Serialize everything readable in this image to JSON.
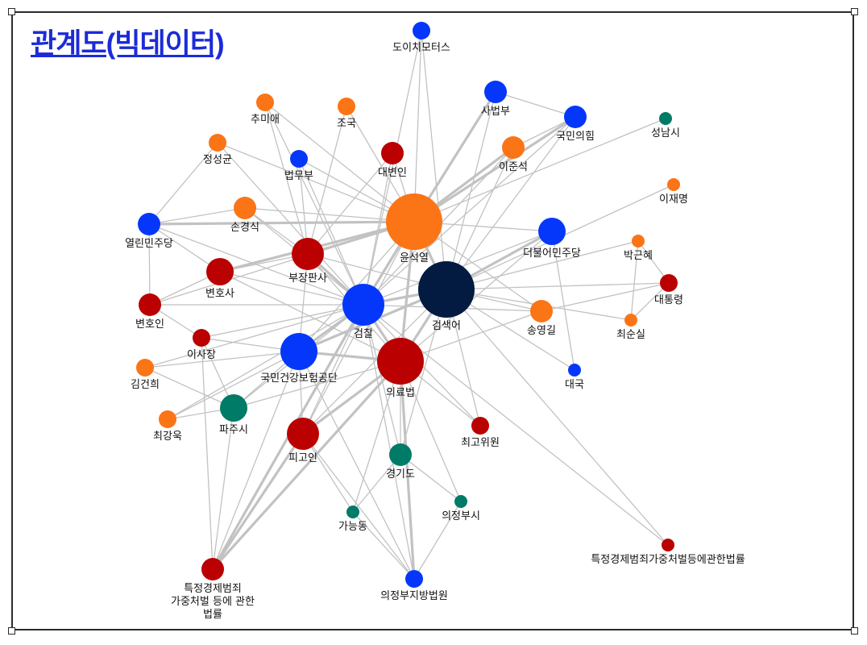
{
  "title": "관계도(빅데이터)",
  "colors": {
    "blue": "#0537fb",
    "orange": "#fb7416",
    "red": "#ba0000",
    "green": "#007b67",
    "navy": "#031a41",
    "edge": "#c2c2c2"
  },
  "nodes": [
    {
      "id": "n0",
      "label": "도이치모터스",
      "group": "blue"
    },
    {
      "id": "n1",
      "label": "사법부",
      "group": "blue"
    },
    {
      "id": "n2",
      "label": "국민의힘",
      "group": "blue"
    },
    {
      "id": "n3",
      "label": "성남시",
      "group": "green"
    },
    {
      "id": "n4",
      "label": "추미애",
      "group": "orange"
    },
    {
      "id": "n5",
      "label": "조국",
      "group": "orange"
    },
    {
      "id": "n6",
      "label": "정성균",
      "group": "orange"
    },
    {
      "id": "n7",
      "label": "법무부",
      "group": "blue"
    },
    {
      "id": "n8",
      "label": "대변인",
      "group": "red"
    },
    {
      "id": "n9",
      "label": "이준석",
      "group": "orange"
    },
    {
      "id": "n10",
      "label": "이재명",
      "group": "orange"
    },
    {
      "id": "n11",
      "label": "손경식",
      "group": "orange"
    },
    {
      "id": "n12",
      "label": "윤석열",
      "group": "orange"
    },
    {
      "id": "n13",
      "label": "열린민주당",
      "group": "blue"
    },
    {
      "id": "n14",
      "label": "더불어민주당",
      "group": "blue"
    },
    {
      "id": "n15",
      "label": "박근혜",
      "group": "orange"
    },
    {
      "id": "n16",
      "label": "부장판사",
      "group": "red"
    },
    {
      "id": "n17",
      "label": "변호사",
      "group": "red"
    },
    {
      "id": "n18",
      "label": "검색어",
      "group": "navy"
    },
    {
      "id": "n19",
      "label": "대통령",
      "group": "red"
    },
    {
      "id": "n20",
      "label": "변호인",
      "group": "red"
    },
    {
      "id": "n21",
      "label": "검찰",
      "group": "blue"
    },
    {
      "id": "n22",
      "label": "송영길",
      "group": "orange"
    },
    {
      "id": "n23",
      "label": "최순실",
      "group": "orange"
    },
    {
      "id": "n24",
      "label": "이사장",
      "group": "red"
    },
    {
      "id": "n25",
      "label": "국민건강보험공단",
      "group": "blue"
    },
    {
      "id": "n26",
      "label": "김건희",
      "group": "orange"
    },
    {
      "id": "n27",
      "label": "의료법",
      "group": "red"
    },
    {
      "id": "n28",
      "label": "대국",
      "group": "blue"
    },
    {
      "id": "n29",
      "label": "최강욱",
      "group": "orange"
    },
    {
      "id": "n30",
      "label": "파주시",
      "group": "green"
    },
    {
      "id": "n31",
      "label": "최고위원",
      "group": "red"
    },
    {
      "id": "n32",
      "label": "피고인",
      "group": "red"
    },
    {
      "id": "n33",
      "label": "경기도",
      "group": "green"
    },
    {
      "id": "n34",
      "label": "의정부시",
      "group": "green"
    },
    {
      "id": "n35",
      "label": "가능동",
      "group": "green"
    },
    {
      "id": "n36",
      "label": "특정경제범죄가중처벌등에관한법률",
      "group": "red"
    },
    {
      "id": "n37",
      "label": "특정경제범죄\n가중처벌 등에 관한\n법률",
      "group": "red"
    },
    {
      "id": "n38",
      "label": "의정부지방법원",
      "group": "blue"
    }
  ],
  "edges": [
    [
      "n12",
      "n18"
    ],
    [
      "n21",
      "n18"
    ],
    [
      "n27",
      "n18"
    ],
    [
      "n21",
      "n27"
    ],
    [
      "n12",
      "n21"
    ],
    [
      "n12",
      "n27"
    ],
    [
      "n25",
      "n21"
    ],
    [
      "n25",
      "n27"
    ],
    [
      "n25",
      "n18"
    ],
    [
      "n16",
      "n21"
    ],
    [
      "n16",
      "n18"
    ],
    [
      "n32",
      "n21"
    ],
    [
      "n32",
      "n27"
    ],
    [
      "n32",
      "n25"
    ],
    [
      "n17",
      "n21"
    ],
    [
      "n30",
      "n21"
    ],
    [
      "n30",
      "n25"
    ],
    [
      "n37",
      "n21"
    ],
    [
      "n37",
      "n27"
    ],
    [
      "n37",
      "n25"
    ],
    [
      "n37",
      "n32"
    ],
    [
      "n38",
      "n27"
    ],
    [
      "n38",
      "n21"
    ],
    [
      "n33",
      "n27"
    ],
    [
      "n33",
      "n21"
    ],
    [
      "n35",
      "n27"
    ],
    [
      "n35",
      "n32"
    ],
    [
      "n34",
      "n27"
    ],
    [
      "n34",
      "n33"
    ],
    [
      "n31",
      "n27"
    ],
    [
      "n31",
      "n18"
    ],
    [
      "n28",
      "n18"
    ],
    [
      "n36",
      "n18"
    ],
    [
      "n36",
      "n21"
    ],
    [
      "n22",
      "n18"
    ],
    [
      "n22",
      "n12"
    ],
    [
      "n23",
      "n18"
    ],
    [
      "n19",
      "n18"
    ],
    [
      "n15",
      "n18"
    ],
    [
      "n14",
      "n18"
    ],
    [
      "n14",
      "n12"
    ],
    [
      "n14",
      "n21"
    ],
    [
      "n10",
      "n18"
    ],
    [
      "n3",
      "n12"
    ],
    [
      "n2",
      "n12"
    ],
    [
      "n2",
      "n21"
    ],
    [
      "n1",
      "n12"
    ],
    [
      "n1",
      "n21"
    ],
    [
      "n1",
      "n2"
    ],
    [
      "n9",
      "n12"
    ],
    [
      "n9",
      "n21"
    ],
    [
      "n0",
      "n12"
    ],
    [
      "n0",
      "n21"
    ],
    [
      "n0",
      "n18"
    ],
    [
      "n8",
      "n12"
    ],
    [
      "n8",
      "n21"
    ],
    [
      "n5",
      "n12"
    ],
    [
      "n5",
      "n16"
    ],
    [
      "n4",
      "n12"
    ],
    [
      "n4",
      "n21"
    ],
    [
      "n7",
      "n12"
    ],
    [
      "n7",
      "n21"
    ],
    [
      "n6",
      "n12"
    ],
    [
      "n6",
      "n21"
    ],
    [
      "n11",
      "n12"
    ],
    [
      "n11",
      "n21"
    ],
    [
      "n13",
      "n12"
    ],
    [
      "n13",
      "n21"
    ],
    [
      "n13",
      "n17"
    ],
    [
      "n13",
      "n20"
    ],
    [
      "n20",
      "n21"
    ],
    [
      "n20",
      "n12"
    ],
    [
      "n24",
      "n21"
    ],
    [
      "n24",
      "n25"
    ],
    [
      "n26",
      "n21"
    ],
    [
      "n26",
      "n25"
    ],
    [
      "n29",
      "n21"
    ],
    [
      "n29",
      "n30"
    ],
    [
      "n17",
      "n12"
    ],
    [
      "n16",
      "n12"
    ],
    [
      "n16",
      "n27"
    ],
    [
      "n17",
      "n27"
    ],
    [
      "n16",
      "n25"
    ],
    [
      "n30",
      "n27"
    ],
    [
      "n32",
      "n18"
    ],
    [
      "n33",
      "n18"
    ],
    [
      "n38",
      "n32"
    ],
    [
      "n38",
      "n25"
    ],
    [
      "n37",
      "n30"
    ],
    [
      "n22",
      "n21"
    ],
    [
      "n19",
      "n15"
    ],
    [
      "n23",
      "n15"
    ],
    [
      "n19",
      "n23"
    ],
    [
      "n22",
      "n19"
    ],
    [
      "n28",
      "n14"
    ],
    [
      "n9",
      "n2"
    ],
    [
      "n11",
      "n16"
    ],
    [
      "n17",
      "n16"
    ],
    [
      "n20",
      "n17"
    ],
    [
      "n13",
      "n11"
    ],
    [
      "n6",
      "n13"
    ],
    [
      "n4",
      "n16"
    ],
    [
      "n7",
      "n16"
    ],
    [
      "n8",
      "n16"
    ],
    [
      "n35",
      "n33"
    ],
    [
      "n34",
      "n38"
    ],
    [
      "n35",
      "n38"
    ],
    [
      "n31",
      "n21"
    ],
    [
      "n29",
      "n25"
    ],
    [
      "n26",
      "n30"
    ],
    [
      "n24",
      "n30"
    ],
    [
      "n20",
      "n24"
    ],
    [
      "n37",
      "n24"
    ],
    [
      "n12",
      "n25"
    ],
    [
      "n14",
      "n27"
    ],
    [
      "n22",
      "n27"
    ],
    [
      "n1",
      "n18"
    ],
    [
      "n2",
      "n18"
    ],
    [
      "n9",
      "n18"
    ],
    [
      "n12",
      "n32"
    ]
  ]
}
